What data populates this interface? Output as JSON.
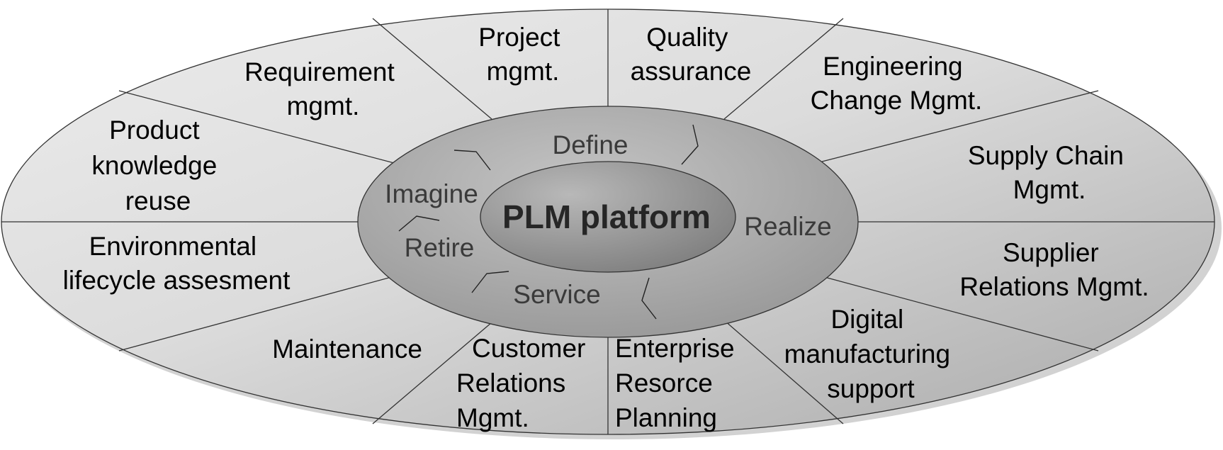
{
  "core": {
    "title": "PLM platform"
  },
  "ring": {
    "stages": [
      {
        "key": "define",
        "label": "Define"
      },
      {
        "key": "realize",
        "label": "Realize"
      },
      {
        "key": "service",
        "label": "Service"
      },
      {
        "key": "retire",
        "label": "Retire"
      },
      {
        "key": "imagine",
        "label": "Imagine"
      }
    ]
  },
  "segments": [
    {
      "key": "project",
      "lines": [
        "Project",
        "mgmt."
      ]
    },
    {
      "key": "quality",
      "lines": [
        "Quality",
        "assurance"
      ]
    },
    {
      "key": "engineering",
      "lines": [
        "Engineering",
        "Change Mgmt."
      ]
    },
    {
      "key": "supply-chain",
      "lines": [
        "Supply Chain",
        "Mgmt."
      ]
    },
    {
      "key": "supplier",
      "lines": [
        "Supplier",
        "Relations Mgmt."
      ]
    },
    {
      "key": "digital",
      "lines": [
        "Digital",
        "manufacturing",
        "support"
      ]
    },
    {
      "key": "erp",
      "lines": [
        "Enterprise",
        "Resorce",
        "Planning"
      ]
    },
    {
      "key": "crm",
      "lines": [
        "Customer",
        "Relations",
        "Mgmt."
      ]
    },
    {
      "key": "maintenance",
      "lines": [
        "Maintenance"
      ]
    },
    {
      "key": "environment",
      "lines": [
        "Environmental",
        "lifecycle assesment"
      ]
    },
    {
      "key": "knowledge",
      "lines": [
        "Product",
        "knowledge",
        "reuse"
      ]
    },
    {
      "key": "requirement",
      "lines": [
        "Requirement",
        "mgmt."
      ]
    }
  ],
  "colors": {
    "outer_light": "#e6e6e6",
    "outer_dark": "#b0b0b0",
    "ring_fill": "#a8a8a8",
    "core_fill": "#8e8e8e",
    "stroke": "#333333"
  }
}
